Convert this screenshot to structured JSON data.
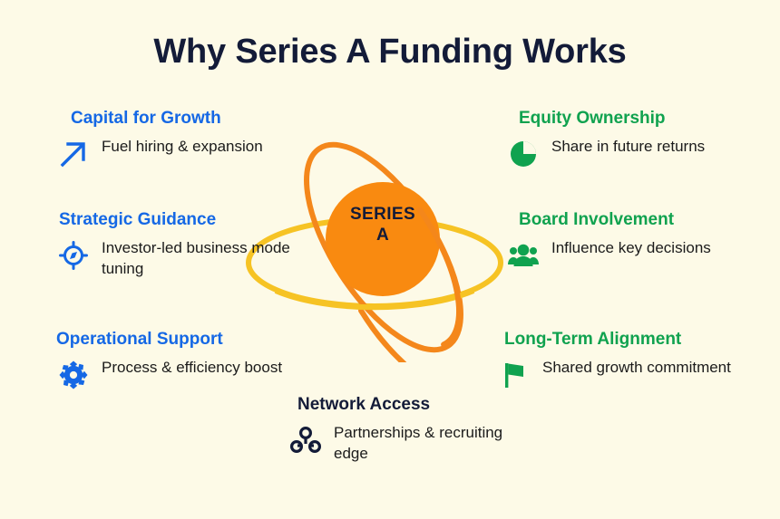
{
  "title": "Why Series A Funding Works",
  "colors": {
    "background": "#FDFAE7",
    "blue": "#1568E5",
    "green": "#10A24F",
    "dark": "#131B38",
    "orange": "#F98A10",
    "yellow": "#F6C324"
  },
  "center": {
    "line1": "SERIES",
    "line2": "A",
    "icon": "orbit-rings"
  },
  "features": [
    {
      "id": "capital-for-growth",
      "title": "Capital for Growth",
      "description": "Fuel hiring & expansion",
      "icon": "arrow-up-right-icon",
      "color": "#1568E5"
    },
    {
      "id": "strategic-guidance",
      "title": "Strategic Guidance",
      "description": "Investor-led business mode tuning",
      "icon": "compass-icon",
      "color": "#1568E5"
    },
    {
      "id": "operational-support",
      "title": "Operational Support",
      "description": "Process & efficiency boost",
      "icon": "gear-icon",
      "color": "#1568E5"
    },
    {
      "id": "equity-ownership",
      "title": "Equity Ownership",
      "description": "Share in future returns",
      "icon": "pie-chart-icon",
      "color": "#10A24F"
    },
    {
      "id": "board-involvement",
      "title": "Board Involvement",
      "description": "Influence key decisions",
      "icon": "people-group-icon",
      "color": "#10A24F"
    },
    {
      "id": "long-term-alignment",
      "title": "Long-Term Alignment",
      "description": "Shared growth commitment",
      "icon": "flag-icon",
      "color": "#10A24F"
    },
    {
      "id": "network-access",
      "title": "Network Access",
      "description": "Partnerships & recruiting edge",
      "icon": "network-hub-icon",
      "color": "#131B38"
    }
  ]
}
